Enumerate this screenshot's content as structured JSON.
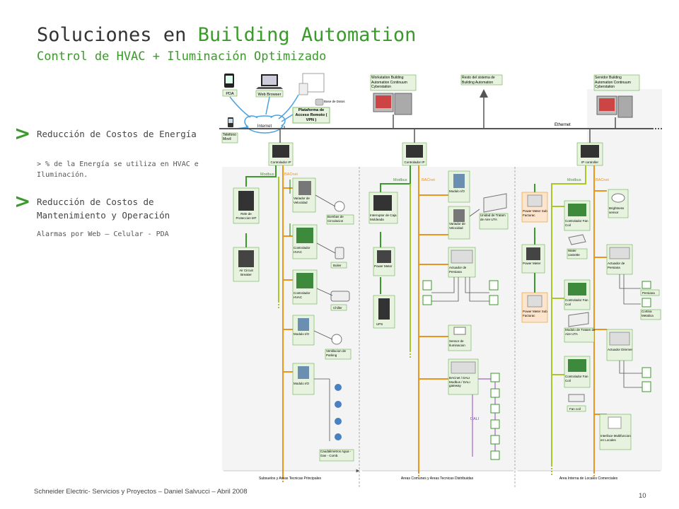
{
  "title": {
    "prefix": "Soluciones en ",
    "highlight": "Building Automation"
  },
  "subtitle": "Control de HVAC + Iluminación Optimizado",
  "bullets": [
    {
      "heading": "Reducción de Costos de Energía",
      "sub": "> % de la Energía se utiliza en HVAC e Iluminación."
    },
    {
      "heading": "Reducción de Costos de Mantenimiento y Operación",
      "sub": "Alarmas por Web – Celular - PDA"
    }
  ],
  "footer": "Schneider Electric- Servicios y Proyectos – Daniel Salvucci – Abril 2008",
  "page_number": "10",
  "diagram": {
    "top": {
      "pda": "PDA",
      "web_browser": "Web Browser",
      "base_datos": "Base de Datos",
      "plataforma": "Plataforma de Acceso Remoto ( VPN )",
      "internet": "Internet",
      "telefono": "Telefono Movil",
      "workstation": "Workstation Building Automation Continuum Cyberstation",
      "resto": "Resto del sistema de Building Automation",
      "servidor": "Servidor Building Automation Continuum Cyberstation",
      "ethernet": "Ethernet"
    },
    "controllers": {
      "left": "Controlador IP",
      "middle": "Controlador IP",
      "right": "IP controller"
    },
    "protocols": {
      "modbus": "Modbus",
      "bacnet": "BACnet",
      "dali": "DALI"
    },
    "col1": {
      "rele": "Rele de Proteccion MT",
      "breaker": "Air Circuit Breaker",
      "variador": "Variador de Velocidad",
      "bombas": "Bombas de Circulacion",
      "hvac1": "Controlador HVAC",
      "boiler": "Boiler",
      "hvac2": "Controlador HVAC",
      "chiller": "Chiller",
      "modulo1": "Modulo I/O",
      "ventilacion": "Ventilacion de Parking",
      "modulo2": "Modulo I/O",
      "caudalimetros": "Caudalimetros Agua - Gas - Comb."
    },
    "col2": {
      "interruptor": "Interruptor de Caja Moldeada",
      "power_meter": "Power Meter",
      "ups": "UPS",
      "modulo": "Modulo I/O",
      "variador": "Variador de Velocidad",
      "uta": "Unidad de Tratam de Aire UTA",
      "actuador": "Actuador de Persiana",
      "sensor": "Sensor de Iluminacion",
      "gateway": "BACnet / DALI Modbus / DALI gateway"
    },
    "col3": {
      "pm_sub1": "Power Meter Sub Facturac",
      "fancoil1": "Controlador Fan Coil",
      "brightness": "Brightness sensor",
      "water": "Water cassette",
      "pm": "Power Meter",
      "act_persiana": "Actuador de Persiana",
      "persiana": "Persiana",
      "cortina": "Cortina Metalica",
      "pm_sub2": "Power Meter Sub Facturac",
      "fancoil2": "Controlador Fan Coil",
      "uta": "Modulo de Tratam de Aire UTA",
      "dimmer": "Actuador Dimmer",
      "fancoil3": "Controlador Fan Coil",
      "fan_coil": "Fan coil",
      "interface": "Interface Multifuncion en Locales"
    },
    "areas": [
      "Subsuelos y Areas Tecnicas Principales",
      "Areas Comunes y Areas Tecnicas Distribuidas",
      "Area Interna de Locales Comerciales"
    ]
  },
  "colors": {
    "green": "#3a9a2a",
    "orange": "#e8961e",
    "olive": "#a8c82a",
    "purple": "#b07ad0",
    "box_fill": "#e7f3df",
    "box_stroke": "#6ab04c"
  }
}
